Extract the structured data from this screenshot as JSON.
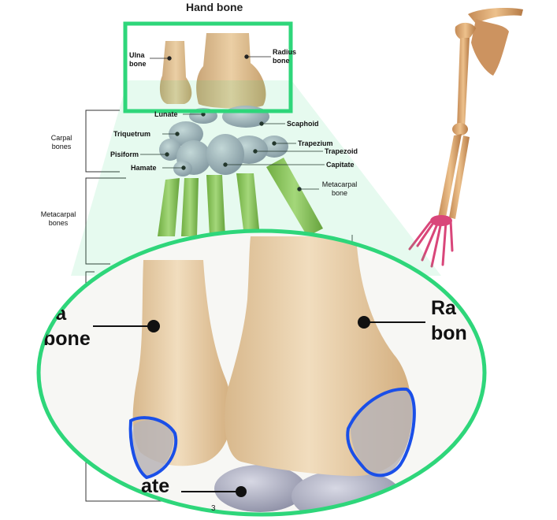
{
  "title": "Hand bone",
  "page_number": "3",
  "labels": {
    "ulna": "Ulna\nbone",
    "radius": "Radius\nbone",
    "lunate": "Lunate",
    "scaphoid": "Scaphoid",
    "triquetrum": "Triquetrum",
    "trapezium": "Trapezium",
    "pisiform": "Pisiform",
    "trapezoid": "Trapezoid",
    "hamate": "Hamate",
    "capitate": "Capitate",
    "carpal_group": "Carpal\nbones",
    "metacarpal_group": "Metacarpal\nbones",
    "metacarpal_bone": "Metacarpal\nbone"
  },
  "zoom_labels": {
    "ulna": "na\nbone",
    "radius": "Ra\nbon",
    "hamate": "ate"
  },
  "colors": {
    "highlight_frame": "#2ED67A",
    "focus_outline": "#1A4FE8",
    "bone": "#E2C08E",
    "carpal": "#A8AABD",
    "metacarpal": "#8FBF4A",
    "hand_skeleton": "#D9467A"
  }
}
